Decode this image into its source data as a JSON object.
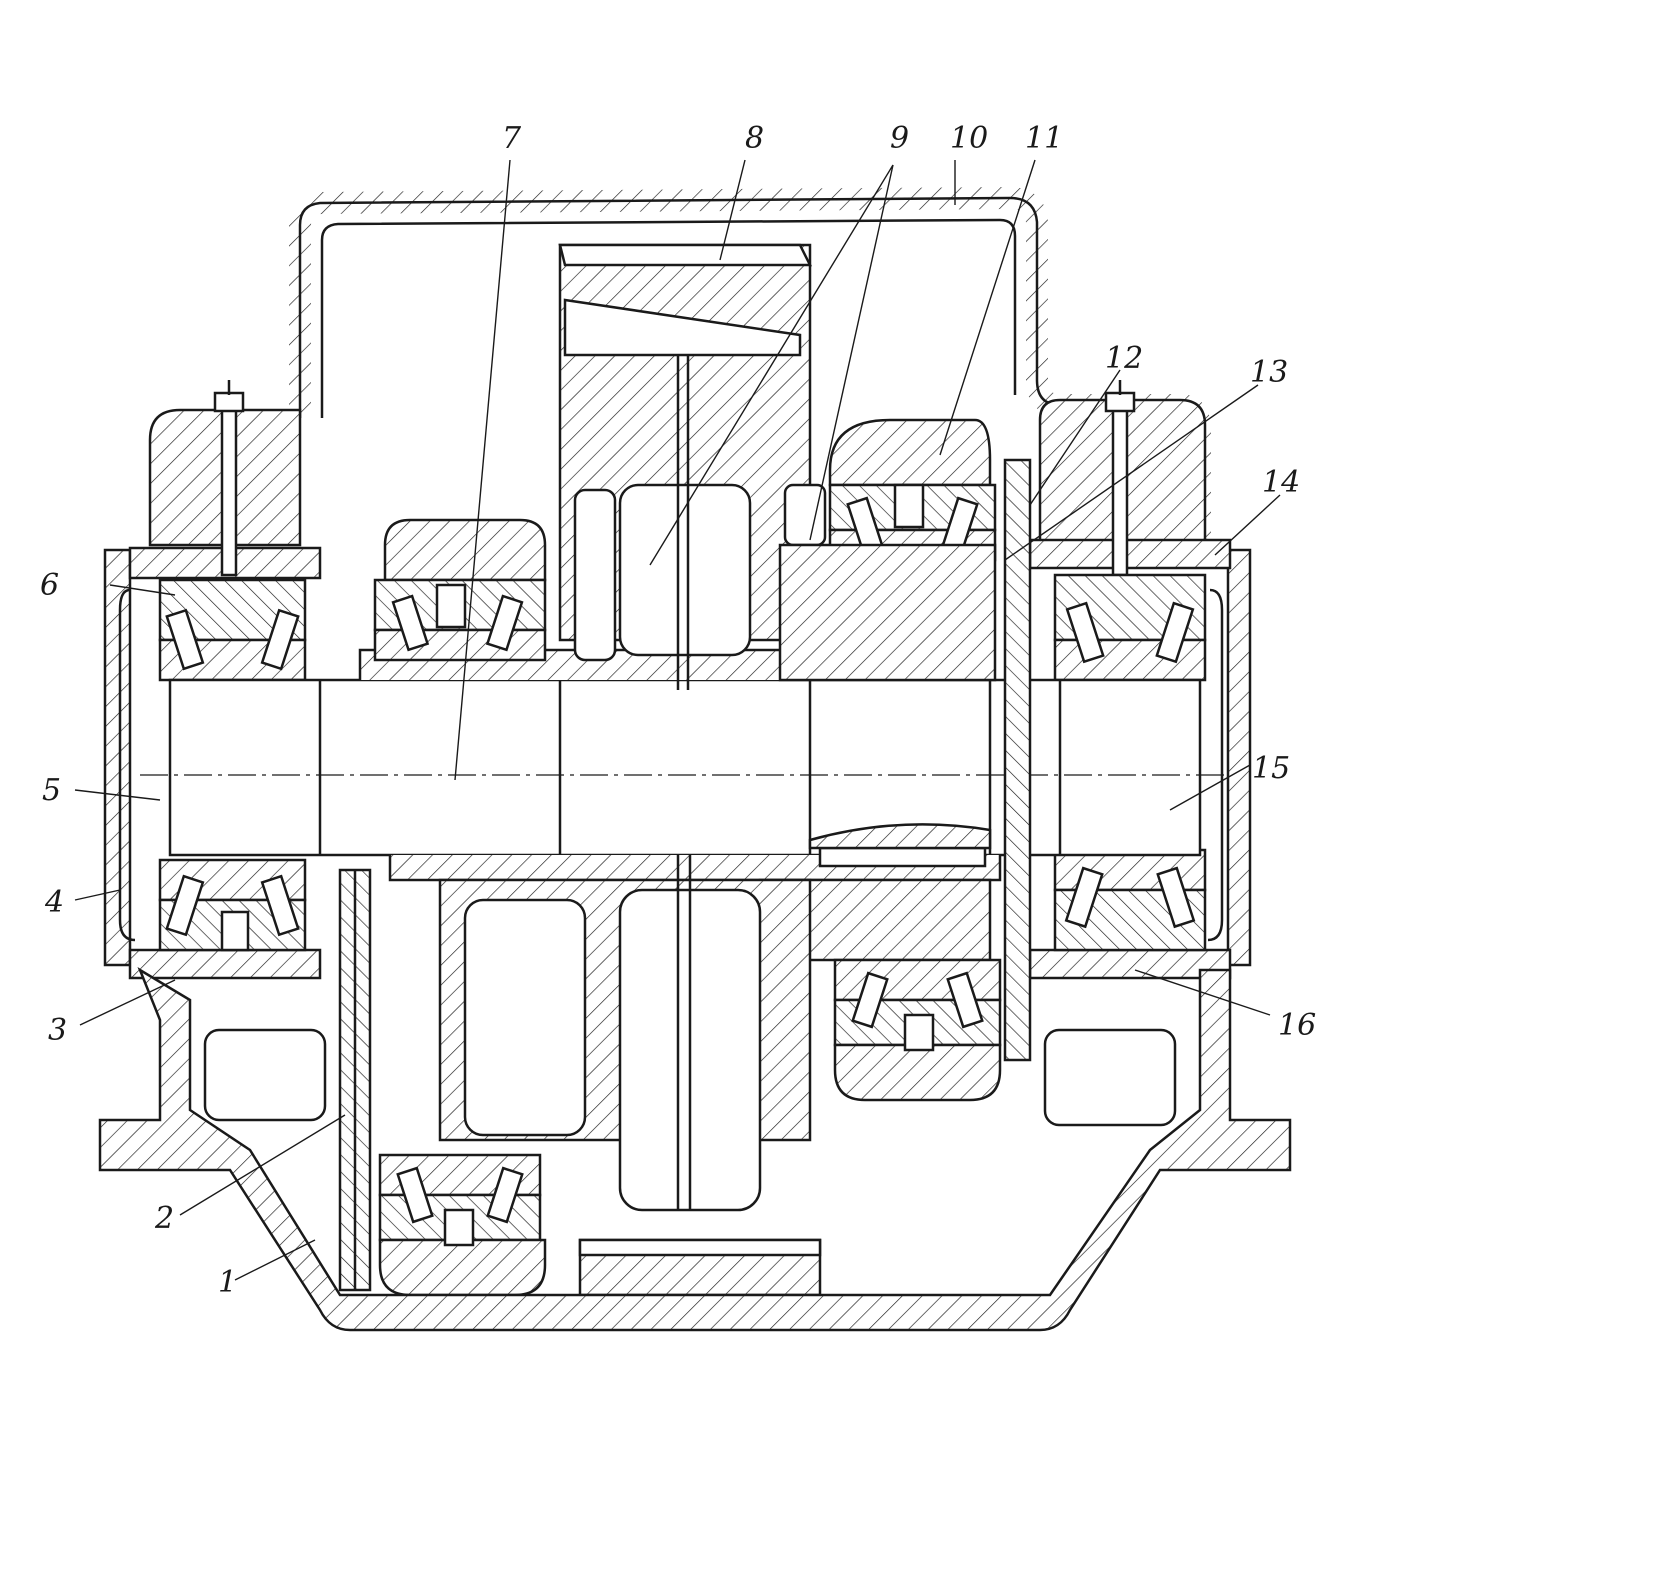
{
  "colors": {
    "ink": "#1a1a1a",
    "paper": "#ffffff"
  },
  "labels": [
    "1",
    "2",
    "3",
    "4",
    "5",
    "6",
    "7",
    "8",
    "9",
    "10",
    "11",
    "12",
    "13",
    "14",
    "15",
    "16"
  ]
}
